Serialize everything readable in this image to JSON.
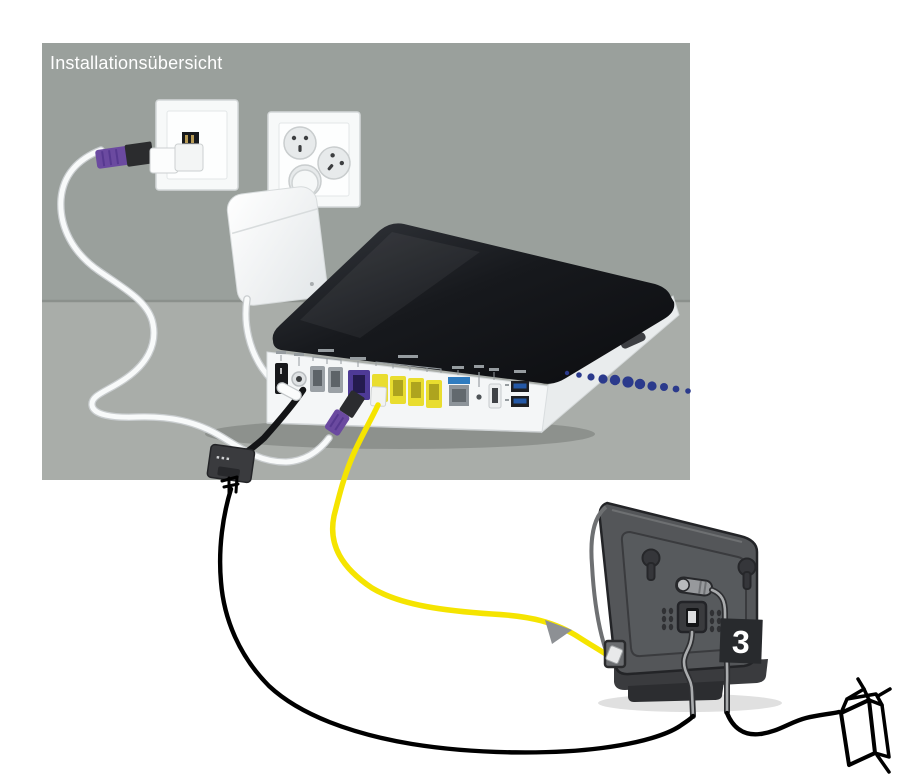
{
  "title": "Installationsübersicht",
  "badge": {
    "step": "3"
  },
  "colors": {
    "wall": "#9aa09c",
    "surface": "#a9ada9",
    "router_top_black": "#1a1c20",
    "router_body_white": "#f4f6f7",
    "phone_port_gray": "#9ba1a6",
    "dsl_port_purple": "#4e3a96",
    "connector_boot_purple": "#6b4aa0",
    "ethernet_port_yellow": "#e9dd2f",
    "wan_port_blue": "#2f7cc0",
    "usb3_blue": "#2458a6",
    "cable_yellow": "#f5e400",
    "wifi_dots_navy": "#2b3a8c",
    "base_station_gray": "#545659",
    "badge_dark": "#282a2d",
    "sketch_ink": "#000000"
  },
  "components": [
    "phone-wall-socket",
    "swiss-power-socket",
    "power-adapter-brick",
    "internet-box-router",
    "dsl-cable-purple",
    "ethernet-cable-yellow",
    "phone-adapter-dongle",
    "wifi-signal-dots",
    "dect-base-station",
    "base-power-plug-sketch"
  ]
}
